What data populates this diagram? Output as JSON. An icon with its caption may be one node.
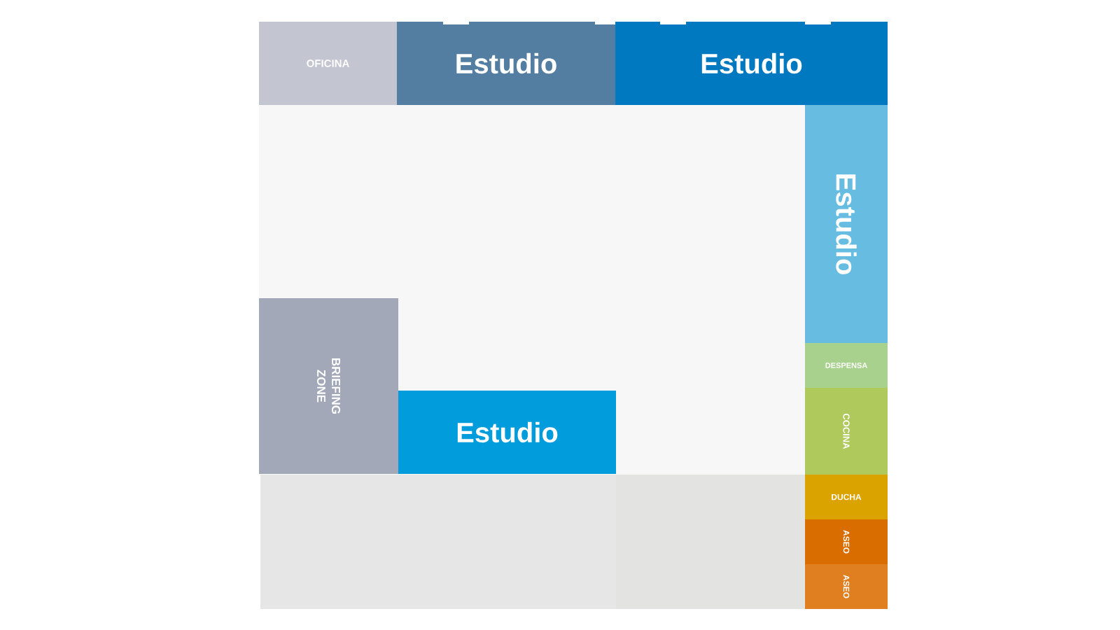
{
  "diagram": {
    "nodes": [
      {
        "text": [
          "OFICINA"
        ]
      },
      {
        "text": [
          "Estudio"
        ]
      },
      {
        "text": [
          "Estudio"
        ]
      },
      {
        "text": [
          "Estudio"
        ]
      },
      {
        "text": [
          "DESPENSA"
        ]
      },
      {
        "text": [
          "BRIEFING ZONE"
        ]
      },
      {
        "text": [
          "Estudio"
        ]
      },
      {
        "text": [
          "COCINA"
        ]
      },
      {
        "text": [
          "DUCHA"
        ]
      },
      {
        "text": [
          "ASEO"
        ]
      },
      {
        "text": [
          "ASEO"
        ]
      },
      {
        "text": [],
        "shape": "box"
      },
      {
        "text": [],
        "shape": "box"
      }
    ]
  }
}
